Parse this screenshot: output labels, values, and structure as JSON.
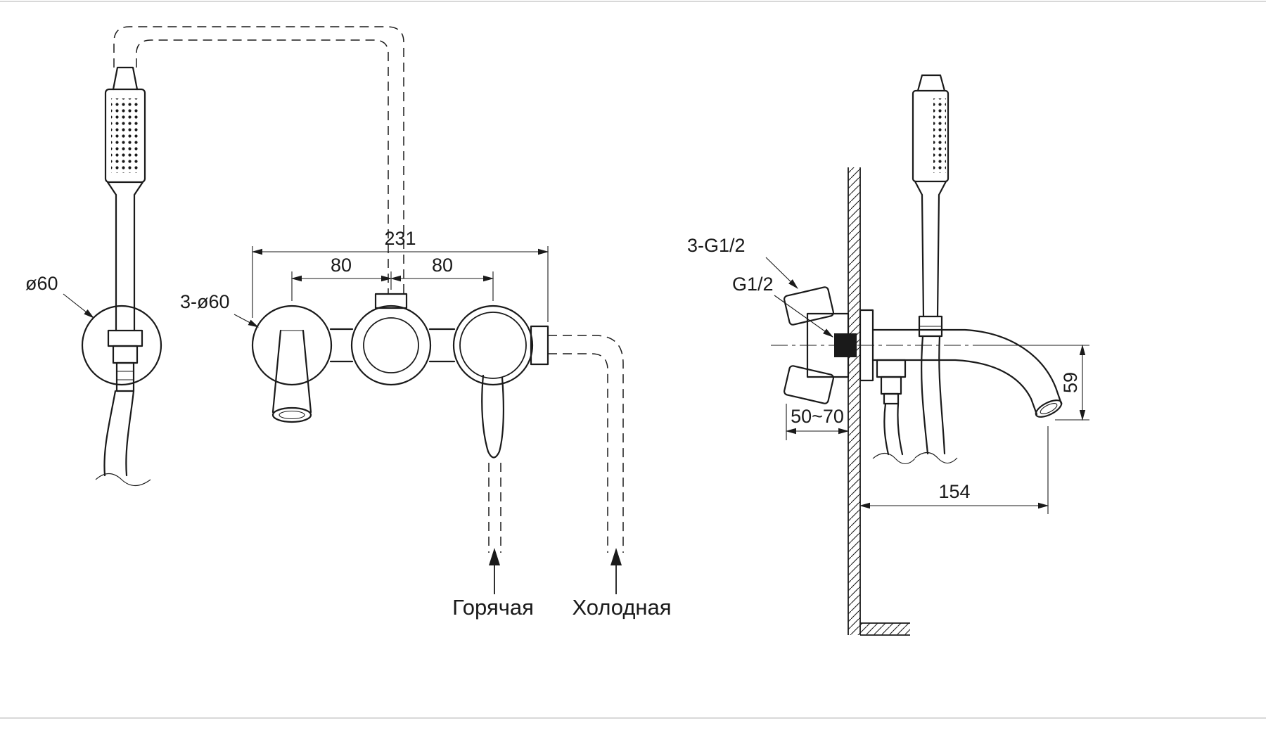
{
  "drawing": {
    "dimensions": {
      "total_width": "231",
      "left_spacing": "80",
      "right_spacing": "80",
      "wall_depth": "50~70",
      "spout_drop": "59",
      "spout_reach": "154"
    },
    "labels": {
      "handshower_diameter": "ø60",
      "escutcheon_diameter": "3-ø60",
      "thread_connections": "3-G1/2",
      "outlet_thread": "G1/2",
      "hot_supply": "Горячая",
      "cold_supply": "Холодная"
    },
    "colors": {
      "line": "#1a1a1a",
      "background": "#ffffff"
    }
  }
}
